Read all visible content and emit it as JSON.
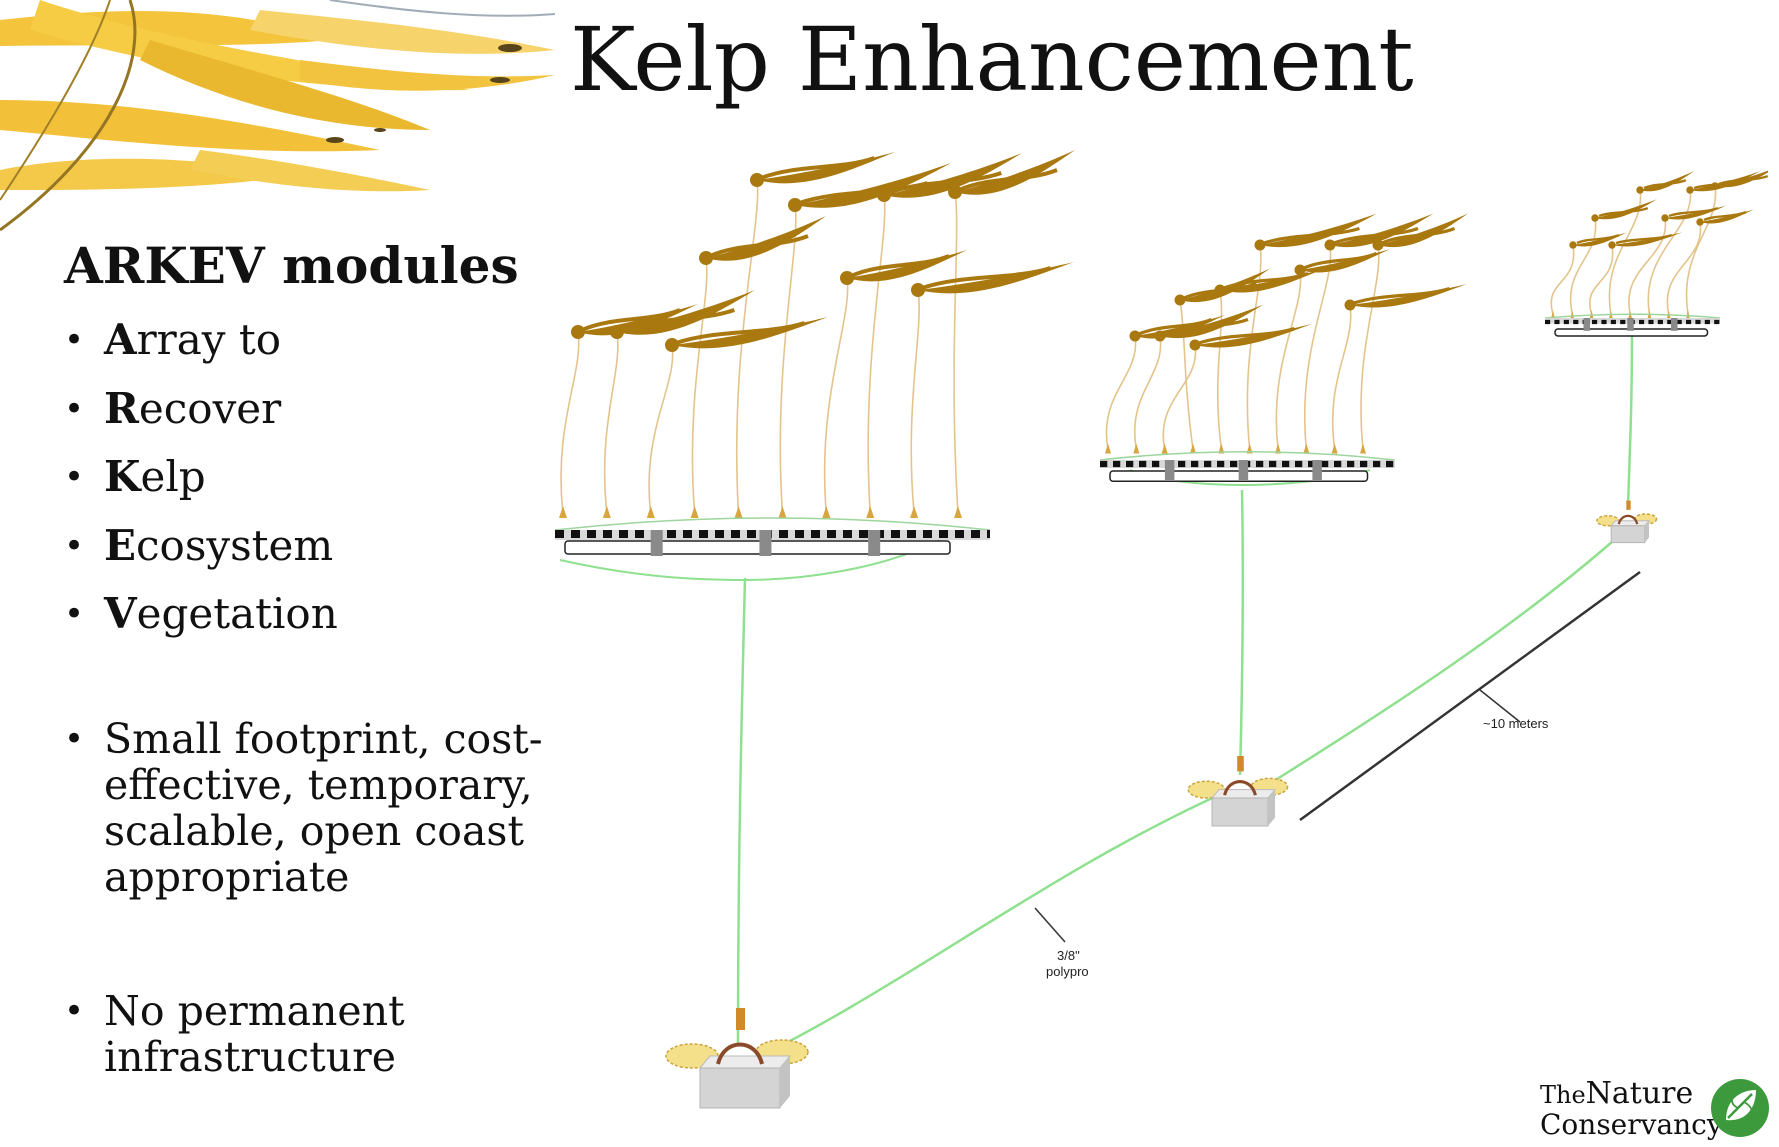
{
  "title": "Kelp Enhancement",
  "subtitle": "ARKEV modules",
  "acronym": [
    {
      "initial": "A",
      "rest": "rray to"
    },
    {
      "initial": "R",
      "rest": "ecover"
    },
    {
      "initial": "K",
      "rest": "elp"
    },
    {
      "initial": "E",
      "rest": "cosystem"
    },
    {
      "initial": "V",
      "rest": "egetation"
    }
  ],
  "notes": [
    "Small footprint, cost-effective, temporary, scalable, open coast appropriate",
    "No permanent infrastructure"
  ],
  "diagram": {
    "labels": {
      "distance": "~10 meters",
      "rope_line1": "3/8\"",
      "rope_line2": "polypro"
    },
    "colors": {
      "kelp": "#a9780f",
      "stipe": "#e3c48c",
      "rope": "#8fe08f",
      "anchor": "#d4d4d4"
    }
  },
  "logo": {
    "line1_small": "The",
    "line1": "Nature",
    "line2": "Conservancy",
    "color": "#3c9a3c"
  }
}
